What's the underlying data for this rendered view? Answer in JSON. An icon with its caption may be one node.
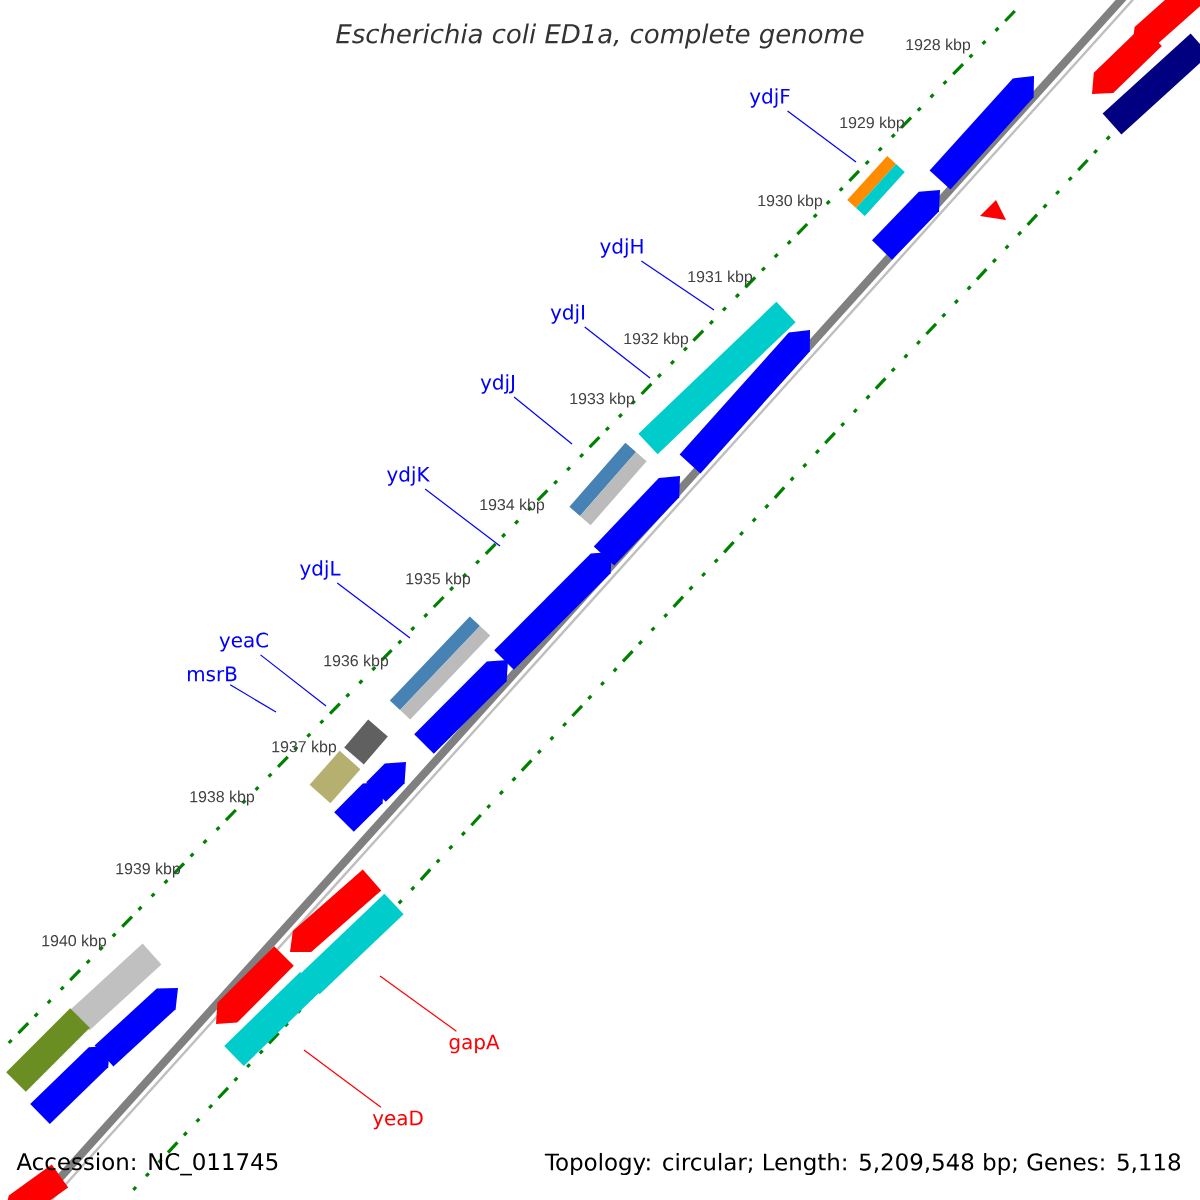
{
  "diagram": {
    "title": "Escherichia coli ED1a, complete genome",
    "nodes": [
      {
        "text": [
          "ydjF"
        ]
      },
      {
        "text": [
          "ydjH"
        ]
      },
      {
        "text": [
          "ydjI"
        ]
      },
      {
        "text": [
          "ydjJ"
        ]
      },
      {
        "text": [
          "ydjK"
        ]
      },
      {
        "text": [
          "ydjL"
        ]
      },
      {
        "text": [
          "yeaC"
        ]
      },
      {
        "text": [
          "msrB"
        ]
      },
      {
        "text": [
          "gapA"
        ]
      },
      {
        "text": [
          "yeaD"
        ]
      }
    ],
    "edges": [
      {
        "from": 0,
        "to": null,
        "arrow": "none"
      },
      {
        "from": 1,
        "to": null,
        "arrow": "none"
      },
      {
        "from": 2,
        "to": null,
        "arrow": "none"
      },
      {
        "from": 3,
        "to": null,
        "arrow": "none"
      },
      {
        "from": 4,
        "to": null,
        "arrow": "none"
      },
      {
        "from": 5,
        "to": null,
        "arrow": "none"
      },
      {
        "from": 6,
        "to": null,
        "arrow": "none"
      },
      {
        "from": 7,
        "to": null,
        "arrow": "none"
      },
      {
        "from": 8,
        "to": null,
        "arrow": "none",
        "color": "#ff0000"
      },
      {
        "from": 9,
        "to": null,
        "arrow": "none",
        "color": "#ff0000"
      }
    ],
    "labels": [
      "1928 kbp",
      "1929 kbp",
      "1930 kbp",
      "1931 kbp",
      "1932 kbp",
      "1933 kbp",
      "1934 kbp",
      "1935 kbp",
      "1936 kbp",
      "1937 kbp",
      "1938 kbp",
      "1939 kbp",
      "1940 kbp",
      "Accession: NC_011745",
      "Topology: circular; Length: 5,209,548 bp; Genes: 5,118"
    ]
  }
}
